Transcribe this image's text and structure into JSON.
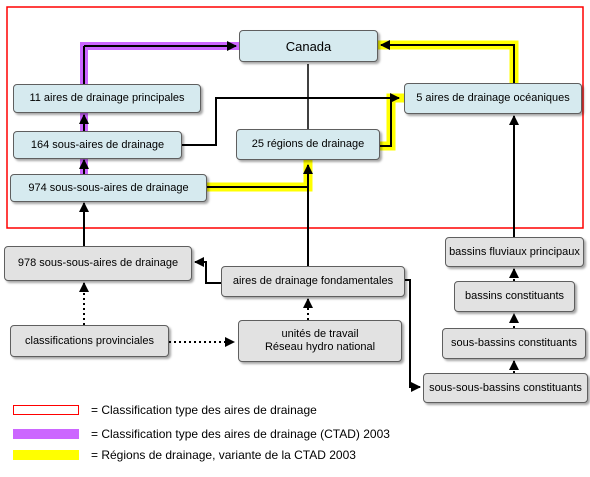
{
  "nodes": {
    "canada": "Canada",
    "aires_principales": "11 aires de drainage principales",
    "sous_aires": "164 sous-aires de drainage",
    "sous_sous_aires_974": "974  sous-sous-aires de drainage",
    "regions": "25 régions de drainage",
    "aires_oceaniques": "5 aires de drainage océaniques",
    "sous_sous_aires_978": "978 sous-sous-aires de drainage",
    "aires_fondamentales": "aires de drainage fondamentales",
    "bassins_fluviaux": "bassins fluviaux principaux",
    "bassins_constituants": "bassins constituants",
    "sous_bassins": "sous-bassins constituants",
    "sous_sous_bassins": "sous-sous-bassins constituants",
    "classifications": "classifications provinciales",
    "unites_line1": "unités de travail",
    "unites_line2": "Réseau hydro national"
  },
  "legend": [
    {
      "text": "= Classification type des aires de drainage",
      "color": "#ff0000",
      "style": "outline"
    },
    {
      "text": "= Classification type des aires de drainage (CTAD) 2003",
      "color": "#cc66ff",
      "style": "fill"
    },
    {
      "text": "= Régions de drainage, variante de la CTAD 2003",
      "color": "#ffff00",
      "style": "fill"
    }
  ],
  "colors": {
    "frame": "#ff0000",
    "ctad_2003": "#cc66ff",
    "regions_variant": "#ffff00",
    "node_blue": "#d6eaef",
    "node_grey": "#e2e2e2"
  }
}
